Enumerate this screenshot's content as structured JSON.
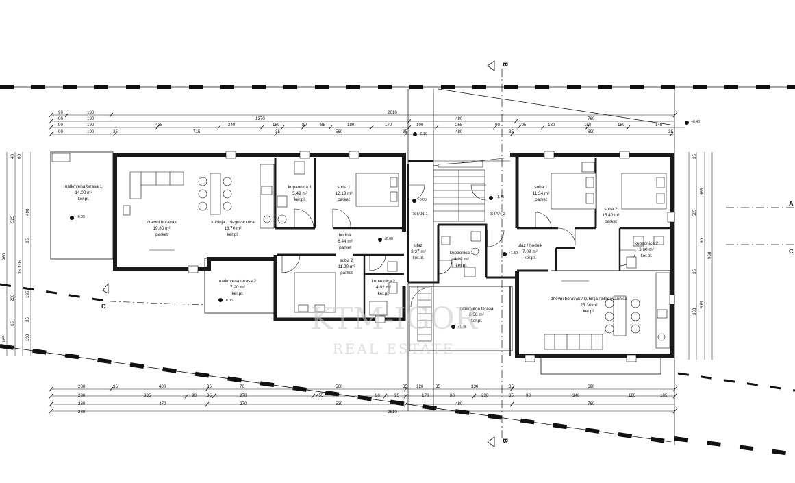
{
  "colors": {
    "line": "#111111",
    "wall": "#1a1a1a",
    "watermark": "#c8c8c8"
  },
  "sections": {
    "b_top": "B",
    "b_bottom": "B",
    "a_right": "A",
    "c_right": "C",
    "c_left": "C"
  },
  "stair_labels": {
    "stan1": "STAN 1",
    "stan2": "STAN 2"
  },
  "watermark": {
    "brand": "KTM-IGOR",
    "sub": "REAL ESTATE"
  },
  "rooms": [
    {
      "id": "terasa1",
      "name": "natkrivena terasa 1",
      "area": "14.00 m²",
      "floor": "ker.pl."
    },
    {
      "id": "boravak1",
      "name": "dnevni boravak",
      "area": "19.80 m²",
      "floor": "parket"
    },
    {
      "id": "kuhinja1",
      "name": "kuhinja / blagovaonica",
      "area": "13.70 m²",
      "floor": "ker.pl."
    },
    {
      "id": "kupaonica1",
      "name": "kupaonica 1",
      "area": "5.49 m²",
      "floor": "ker.pl."
    },
    {
      "id": "soba1a",
      "name": "soba 1",
      "area": "12.13 m²",
      "floor": "parket"
    },
    {
      "id": "hodnik1",
      "name": "hodnik",
      "area": "6.44 m²",
      "floor": "parket"
    },
    {
      "id": "soba2a",
      "name": "soba 2",
      "area": "11.20 m²",
      "floor": "parket"
    },
    {
      "id": "kupaonica2a",
      "name": "kupaonica 2",
      "area": "4.02 m²",
      "floor": "ker.pl."
    },
    {
      "id": "terasa2",
      "name": "natkrivena terasa 2",
      "area": "7.20 m²",
      "floor": "ker.pl."
    },
    {
      "id": "ulaz",
      "name": "ulaz",
      "area": "3.37 m²",
      "floor": "ker.pl."
    },
    {
      "id": "kupaonica1b",
      "name": "kupaonica 1",
      "area": "4.23 m²",
      "floor": "ker.pl."
    },
    {
      "id": "terasa_mid",
      "name": "natkrivena terasa",
      "area": "8.58 m²",
      "floor": "ker.pl."
    },
    {
      "id": "soba1b",
      "name": "soba 1",
      "area": "11.34 m²",
      "floor": "parket"
    },
    {
      "id": "soba2b",
      "name": "soba 2",
      "area": "15.40 m²",
      "floor": "parket"
    },
    {
      "id": "ulazhodnik",
      "name": "ulaz / hodnik",
      "area": "7.09 m²",
      "floor": "ker.pl."
    },
    {
      "id": "kupaonica2b",
      "name": "kupaonica 2",
      "area": "3.60 m²",
      "floor": "ker.pl."
    },
    {
      "id": "boravak2",
      "name": "dnevni boravak / kuhinja / blagovaonica",
      "area": "25.30 m²",
      "floor": "ker.pl."
    }
  ],
  "levels": {
    "terasa1": "-0.05",
    "hodnik": "±0.00",
    "stan1": "-0.05",
    "stan2": "+1.45",
    "top_right": "+0.40",
    "top_mid": "-0.10",
    "terasa2": "-0.05",
    "ulaz2": "+1.50",
    "terasa_mid": "+1.45"
  },
  "dimensions": {
    "top1": [
      "90",
      "190",
      "2610"
    ],
    "top2": [
      "90",
      "190",
      "1370",
      "480",
      "760"
    ],
    "top3": [
      "90",
      "190",
      "435",
      "240",
      "180",
      "80",
      "85",
      "180",
      "170",
      "100",
      "265",
      "90",
      "105",
      "180",
      "150",
      "180",
      "145"
    ],
    "top4": [
      "90",
      "190",
      "35",
      "715",
      "35",
      "560",
      "35",
      "480",
      "35",
      "690",
      "35"
    ],
    "bot1": [
      "280",
      "35",
      "400",
      "35",
      "70",
      "560",
      "35",
      "120",
      "35",
      "330",
      "35",
      "690"
    ],
    "bot2": [
      "280",
      "335",
      "90",
      "35",
      "270",
      "455",
      "80",
      "95",
      "170",
      "80",
      "230",
      "35",
      "90",
      "340",
      "180",
      "105"
    ],
    "bot3": [
      "280",
      "470",
      "270",
      "530",
      "480",
      "760"
    ],
    "bot4": [
      "280",
      "2610"
    ],
    "left": [
      "40",
      "60",
      "490",
      "525",
      "960",
      "35",
      "105",
      "230",
      "195",
      "35",
      "35",
      "65",
      "165",
      "130"
    ],
    "right": [
      "35",
      "365",
      "505",
      "80",
      "960",
      "35",
      "515",
      "360"
    ]
  }
}
